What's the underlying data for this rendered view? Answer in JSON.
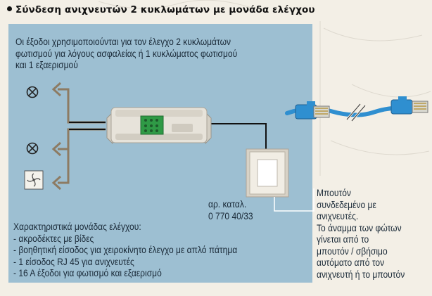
{
  "title": "Σύνδεση ανιχνευτών 2 κυκλωμάτων με μονάδα ελέγχου",
  "intro": {
    "line1": "Οι έξοδοι χρησιμοποιούνται για τον έλεγχο 2 κυκλωμάτων",
    "line2": "φωτισμού για λόγους ασφαλείας ή 1 κυκλώματος φωτισμού",
    "line3": "και 1 εξαερισμού"
  },
  "catalog": {
    "line1": "αρ. καταλ.",
    "line2": "0 770 40/33"
  },
  "features": {
    "heading": "Χαρακτηριστικά μονάδας ελέγχου:",
    "items": [
      "- ακροδέκτες με βίδες",
      "- βοηθητική είσοδος για χειροκίνητο έλεγχο με απλό πάτημα",
      "- 1 είσοδος RJ 45 για ανιχνευτές",
      "- 16 A έξοδοι για φωτισμό και εξαερισμό"
    ]
  },
  "button_note": {
    "lines": [
      "Μπουτόν",
      "συνδεδεμένο με",
      "ανιχνευτές.",
      "Το άναμμα των φώτων",
      "γίνεται από το",
      "μπουτόν / σβήσιμο",
      "αυτόματο από τον",
      "ανιχνευτή ή το μπουτόν"
    ]
  },
  "icons": {
    "lamp_1": "lamp-icon",
    "lamp_2": "lamp-icon",
    "fan": "fan-icon",
    "control_unit": "control-unit-module",
    "push_button": "push-button-switch",
    "rj45_cable": "rj45-cable-icon"
  },
  "colors": {
    "panel": "#9dbfd2",
    "wire_output": "#8d7b63",
    "cable": "#2f8fd0"
  }
}
